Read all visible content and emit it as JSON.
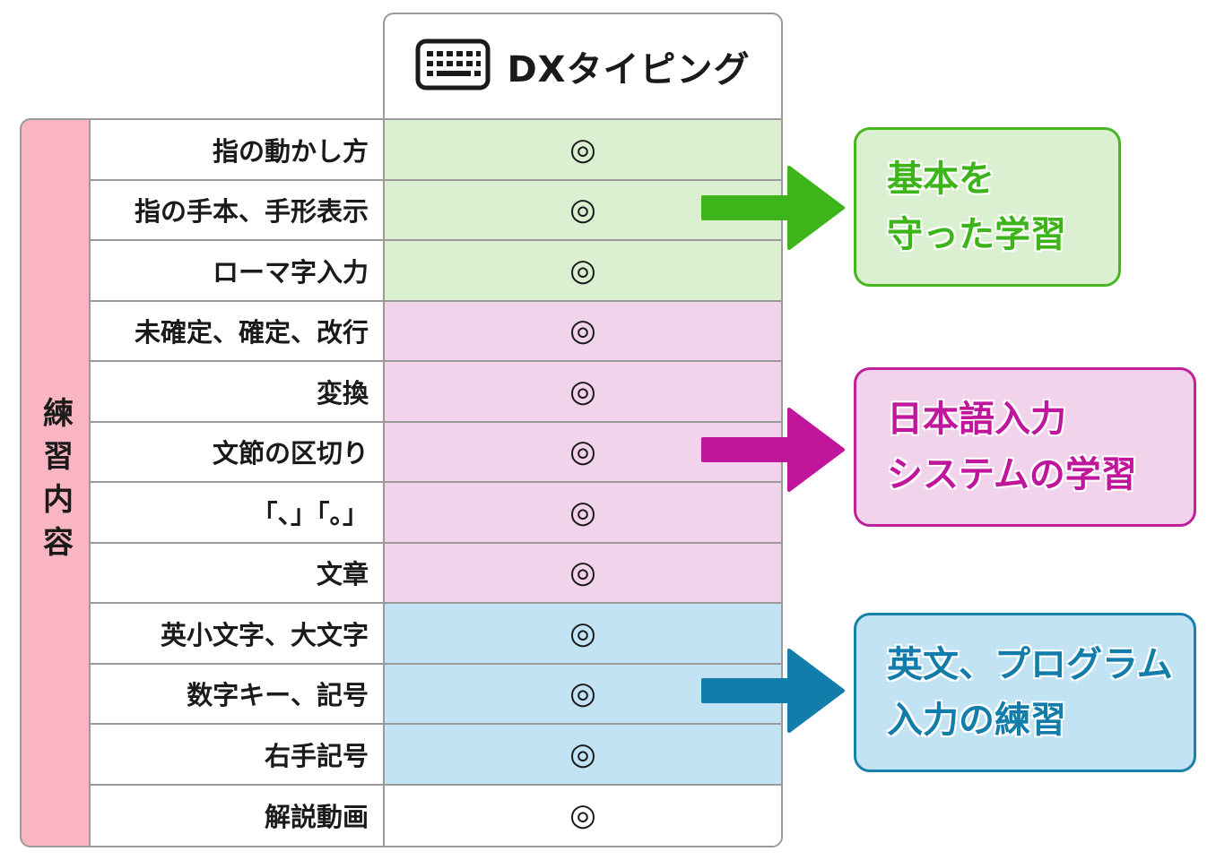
{
  "header": {
    "title": "DXタイピング",
    "icon": "keyboard-icon"
  },
  "category": "練習内容",
  "mark_symbol": "◎",
  "rows": [
    {
      "label": "指の動かし方",
      "group": "basic"
    },
    {
      "label": "指の手本、手形表示",
      "group": "basic"
    },
    {
      "label": "ローマ字入力",
      "group": "basic"
    },
    {
      "label": "未確定、確定、改行",
      "group": "jp"
    },
    {
      "label": "変換",
      "group": "jp"
    },
    {
      "label": "文節の区切り",
      "group": "jp"
    },
    {
      "label": "「、」「。」",
      "group": "jp"
    },
    {
      "label": "文章",
      "group": "jp"
    },
    {
      "label": "英小文字、大文字",
      "group": "en"
    },
    {
      "label": "数字キー、記号",
      "group": "en"
    },
    {
      "label": "右手記号",
      "group": "en"
    },
    {
      "label": "解説動画",
      "group": "none"
    }
  ],
  "callouts": {
    "basic": {
      "lines": [
        "基本を",
        "守った学習"
      ],
      "color": "#3db51a"
    },
    "jp": {
      "lines": [
        "日本語入力",
        "システムの学習"
      ],
      "color": "#c0169c"
    },
    "en": {
      "lines": [
        "英文、プログラム",
        "入力の練習"
      ],
      "color": "#127cab"
    }
  },
  "colors": {
    "basic_fill": "#dbf0d0",
    "jp_fill": "#f1d3ec",
    "en_fill": "#c2e3f3",
    "category_fill": "#f9b6c2",
    "arrow_green": "#3db51a",
    "arrow_magenta": "#c0169c",
    "arrow_blue": "#127cab"
  }
}
